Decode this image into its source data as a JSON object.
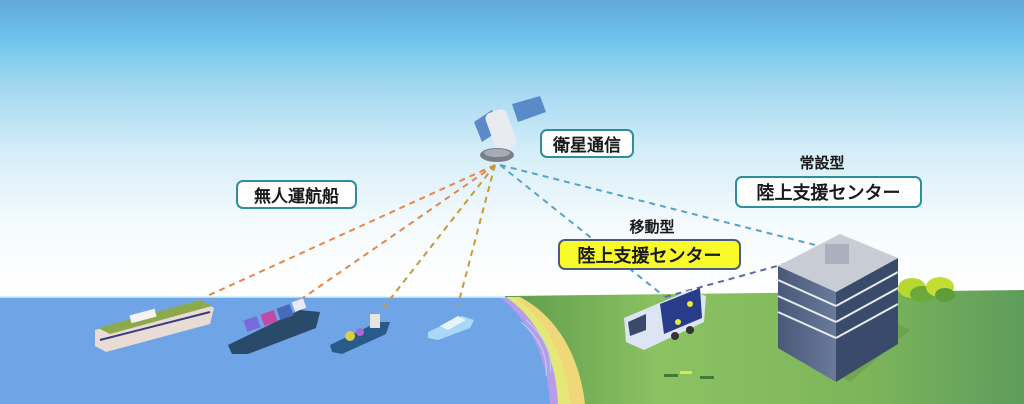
{
  "diagram": {
    "satellite": {
      "label": "衛星通信",
      "icon": "satellite-icon"
    },
    "unmanned_ship": {
      "label": "無人運航船",
      "icon": "ship-icon"
    },
    "mobile_center": {
      "caption": "移動型",
      "label": "陸上支援センター",
      "icon": "bus-icon"
    },
    "fixed_center": {
      "caption": "常設型",
      "label": "陸上支援センター",
      "icon": "building-icon"
    },
    "links": [
      {
        "from": "satellite",
        "to": "ferry",
        "style": "dashed",
        "color": "#e8854a"
      },
      {
        "from": "satellite",
        "to": "container-ship",
        "style": "dashed",
        "color": "#e8854a"
      },
      {
        "from": "satellite",
        "to": "cargo-ship",
        "style": "dashed",
        "color": "#e8854a"
      },
      {
        "from": "satellite",
        "to": "small-boat",
        "style": "dashed",
        "color": "#e8854a"
      },
      {
        "from": "satellite",
        "to": "mobile-center",
        "style": "dashed",
        "color": "#5aa2c4"
      },
      {
        "from": "satellite",
        "to": "fixed-center",
        "style": "dashed",
        "color": "#5aa2c4"
      },
      {
        "from": "mobile-center",
        "to": "fixed-center",
        "style": "dashed",
        "color": "#5a6aa8"
      }
    ],
    "colors": {
      "sea": "#6fa4e6",
      "land": "#7cb55a",
      "label_border": "#2f8e9b",
      "highlight_label": "#f8fa2a"
    }
  }
}
